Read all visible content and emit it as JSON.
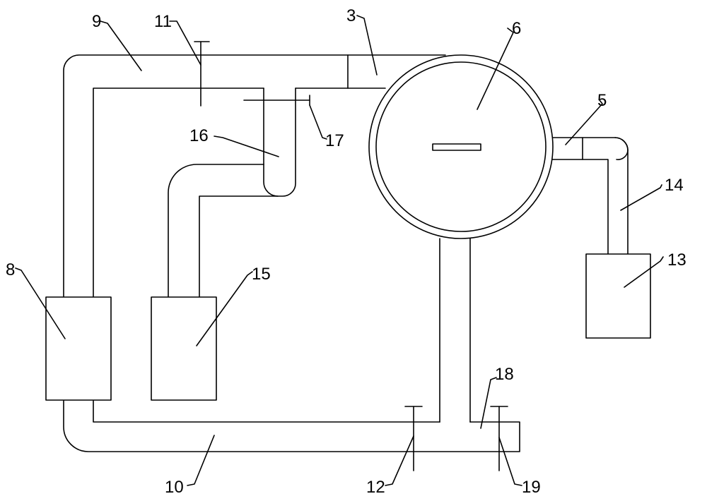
{
  "figure": {
    "background_color": "#ffffff",
    "line_color": "#000000"
  },
  "labels": {
    "n3": "3",
    "n5": "5",
    "n6": "6",
    "n8": "8",
    "n9": "9",
    "n10": "10",
    "n11": "11",
    "n12": "12",
    "n13": "13",
    "n14": "14",
    "n15": "15",
    "n16": "16",
    "n17": "17",
    "n18": "18",
    "n19": "19"
  }
}
